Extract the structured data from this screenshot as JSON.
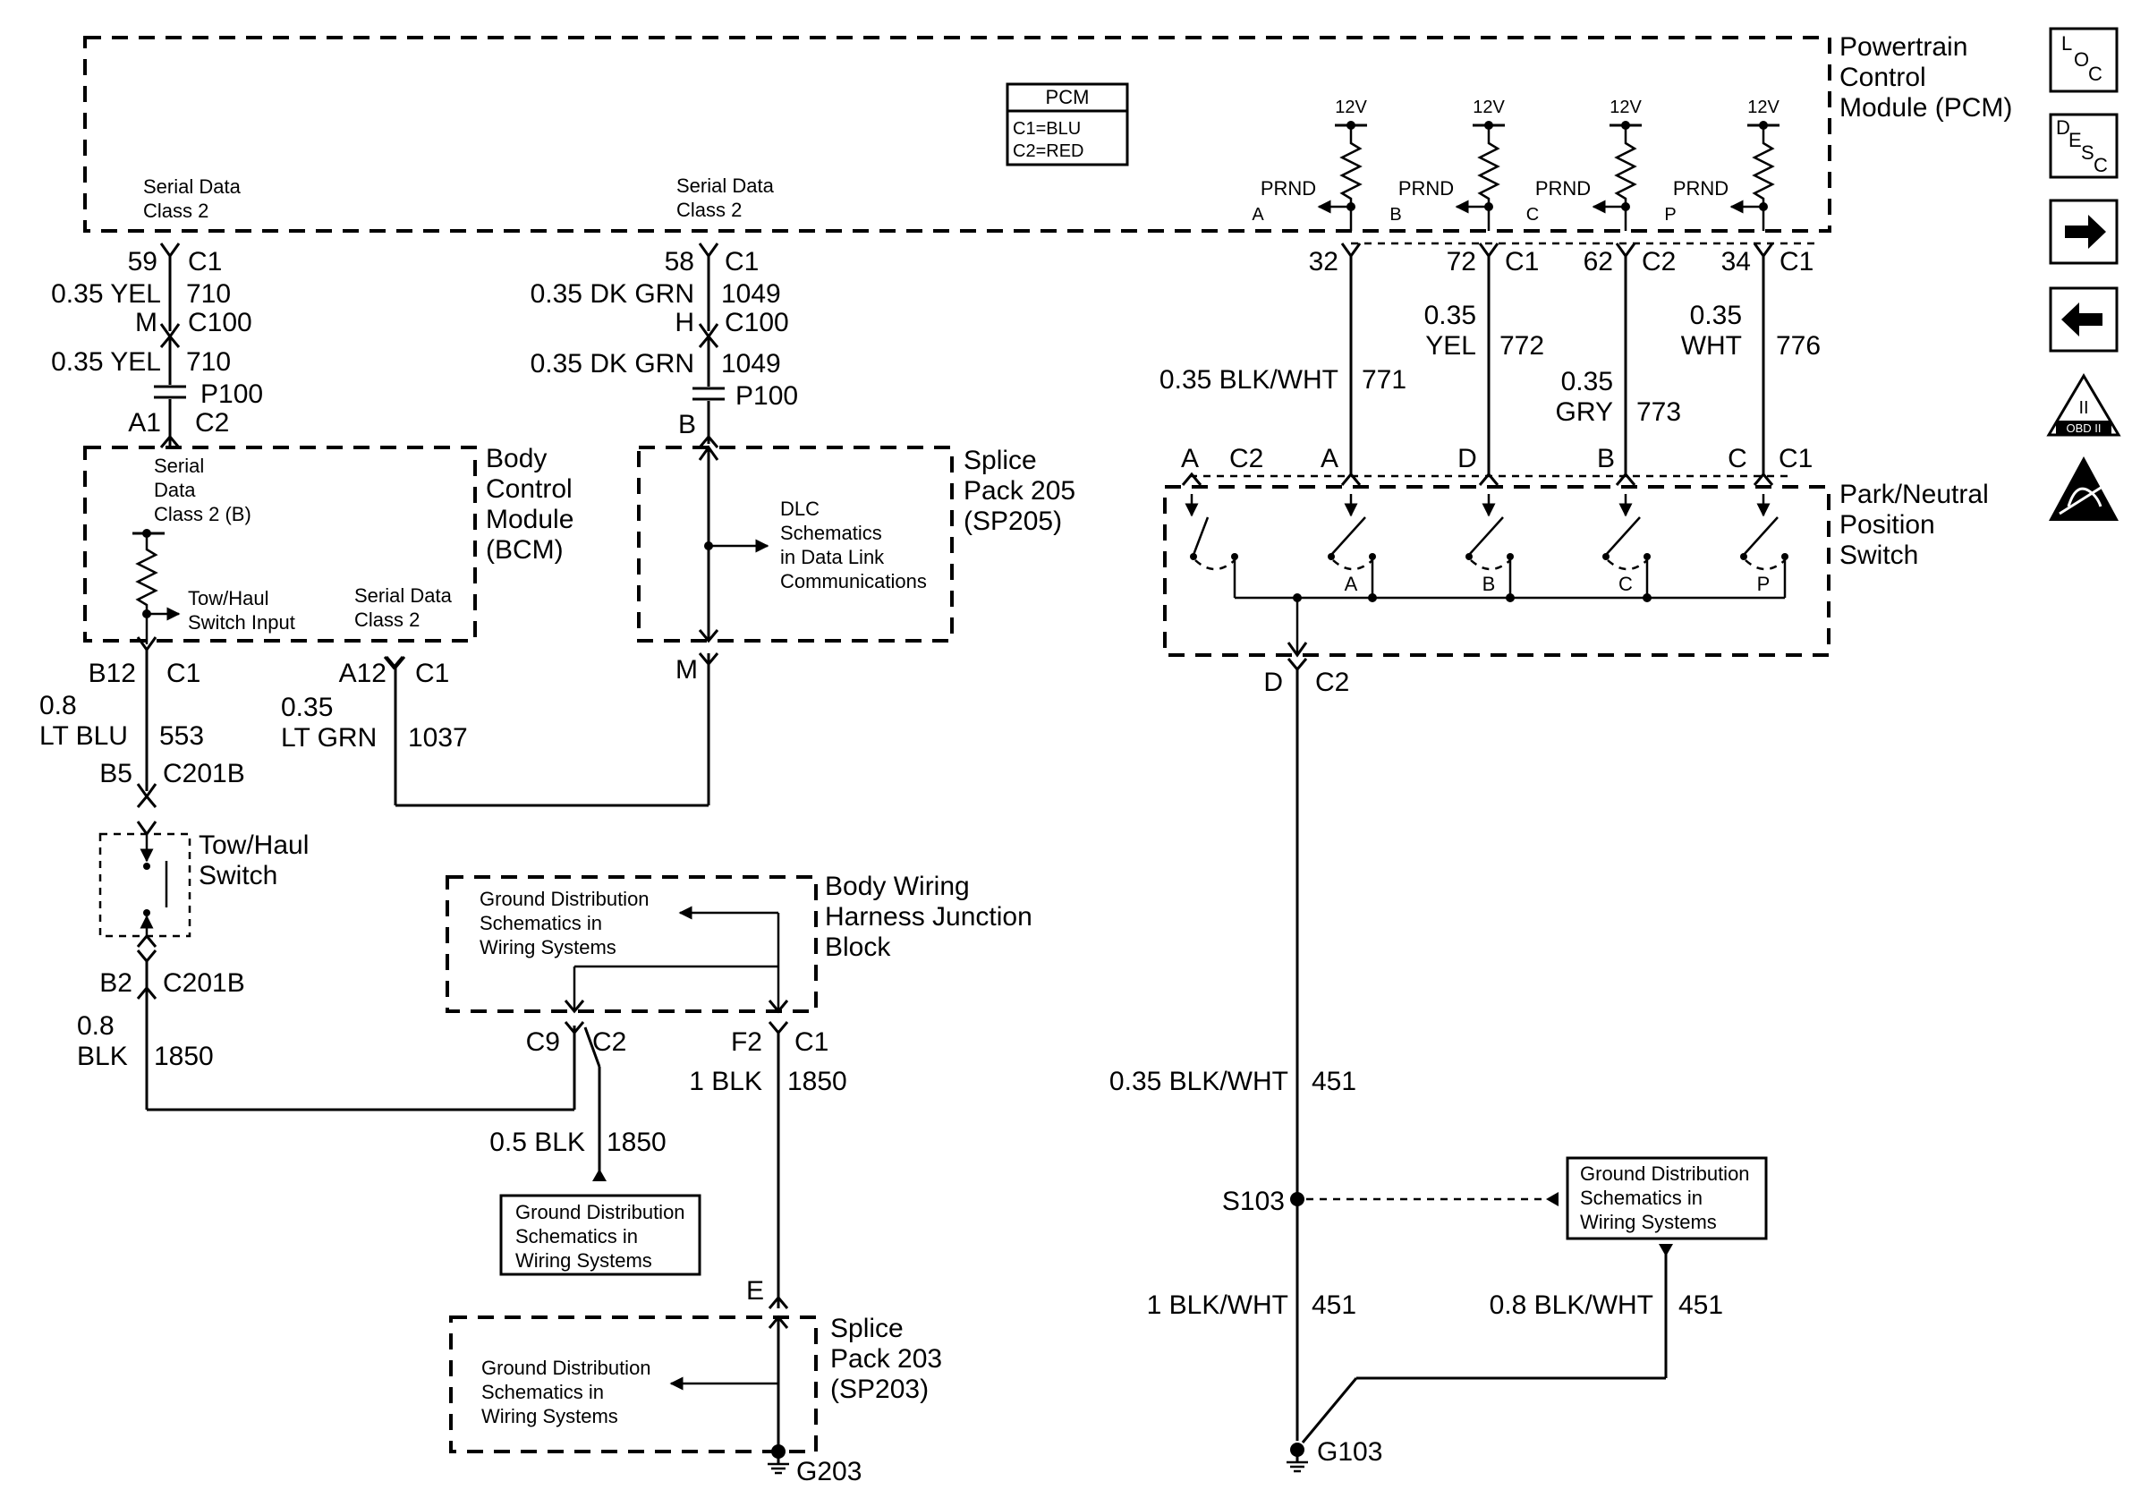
{
  "modules": {
    "pcm": {
      "title": "Powertrain Control Module (PCM)",
      "title_lines": [
        "Powertrain",
        "Control",
        "Module (PCM)"
      ],
      "box_title": "PCM",
      "box_line1": "C1=BLU",
      "box_line2": "C2=RED"
    },
    "bcm": {
      "title_lines": [
        "Body",
        "Control",
        "Module",
        "(BCM)"
      ],
      "serial_label": [
        "Serial",
        "Data",
        "Class 2 (B)"
      ],
      "towhaul_input": [
        "Tow/Haul",
        "Switch Input"
      ],
      "serial_out": [
        "Serial Data",
        "Class 2"
      ]
    },
    "sp205": {
      "title_lines": [
        "Splice",
        "Pack 205",
        "(SP205)"
      ],
      "dlc": [
        "DLC",
        "Schematics",
        "in Data Link",
        "Communications"
      ]
    },
    "pnp": {
      "title_lines": [
        "Park/Neutral",
        "Position",
        "Switch"
      ],
      "contacts": [
        "A",
        "B",
        "C",
        "P"
      ]
    },
    "towhaul_switch": {
      "title_lines": [
        "Tow/Haul",
        "Switch"
      ]
    },
    "bwhjb": {
      "title_lines": [
        "Body Wiring",
        "Harness Junction",
        "Block"
      ],
      "ground_ref": [
        "Ground Distribution",
        "Schematics in",
        "Wiring Systems"
      ]
    },
    "sp203": {
      "title_lines": [
        "Splice",
        "Pack 203",
        "(SP203)"
      ],
      "ground_ref": [
        "Ground Distribution",
        "Schematics in",
        "Wiring Systems"
      ]
    },
    "ground_ref_c9": [
      "Ground Distribution",
      "Schematics in",
      "Wiring Systems"
    ],
    "ground_ref_s103": [
      "Ground Distribution",
      "Schematics in",
      "Wiring Systems"
    ]
  },
  "pcm_inputs": {
    "serial1": [
      "Serial Data",
      "Class 2"
    ],
    "serial2": [
      "Serial Data",
      "Class 2"
    ],
    "prnd": [
      {
        "v": "12V",
        "label": "PRND",
        "letter": "A"
      },
      {
        "v": "12V",
        "label": "PRND",
        "letter": "B"
      },
      {
        "v": "12V",
        "label": "PRND",
        "letter": "C"
      },
      {
        "v": "12V",
        "label": "PRND",
        "letter": "P"
      }
    ]
  },
  "circuits": {
    "c710": {
      "pin1": "59",
      "conn1": "C1",
      "wire": "0.35 YEL",
      "num": "710",
      "pin2": "M",
      "conn2": "C100",
      "wire2": "0.35 YEL",
      "num2": "710",
      "p100": "P100",
      "pin3": "A1",
      "conn3": "C2"
    },
    "c1049": {
      "pin1": "58",
      "conn1": "C1",
      "wire": "0.35 DK GRN",
      "num": "1049",
      "pin2": "H",
      "conn2": "C100",
      "wire2": "0.35 DK GRN",
      "num2": "1049",
      "p100": "P100",
      "pin3": "B"
    },
    "c553": {
      "pin1": "B12",
      "conn1": "C1",
      "gauge": "0.8",
      "color": "LT BLU",
      "num": "553",
      "pin2": "B5",
      "conn2": "C201B"
    },
    "c1037": {
      "pin1": "A12",
      "conn1": "C1",
      "gauge": "0.35",
      "color": "LT GRN",
      "num": "1037",
      "pin2": "M"
    },
    "c1850a": {
      "pin1": "B2",
      "conn1": "C201B",
      "gauge": "0.8",
      "color": "BLK",
      "num": "1850"
    },
    "c9": {
      "pin": "C9",
      "conn": "C2",
      "wire": "0.5 BLK",
      "num": "1850"
    },
    "f2": {
      "pin": "F2",
      "conn": "C1",
      "wire": "1 BLK",
      "num": "1850",
      "pin_e": "E",
      "ground": "G203"
    },
    "c771": {
      "pin": "32",
      "wire": "0.35 BLK/WHT",
      "num": "771",
      "pnp_pin": "A",
      "pnp_conn": "C2"
    },
    "c772": {
      "pin": "72",
      "conn": "C1",
      "gauge": "0.35",
      "color": "YEL",
      "num": "772",
      "pnp_pin": "D"
    },
    "c773": {
      "pin": "62",
      "conn": "C2",
      "gauge": "0.35",
      "color": "GRY",
      "num": "773",
      "pnp_pin": "B"
    },
    "c776": {
      "pin": "34",
      "conn": "C1",
      "gauge": "0.35",
      "color": "WHT",
      "num": "776",
      "pnp_pin": "C",
      "pnp_conn": "C1"
    },
    "c451": {
      "pin": "D",
      "conn": "C2",
      "wire": "0.35 BLK/WHT",
      "num": "451",
      "splice": "S103",
      "wire2": "1 BLK/WHT",
      "num2": "451",
      "wire3": "0.8 BLK/WHT",
      "num3": "451",
      "ground": "G103"
    }
  },
  "sidebar": {
    "loc": [
      "L",
      "O",
      "C"
    ],
    "desc": [
      "D",
      "E",
      "S",
      "C"
    ],
    "obd": [
      "II",
      "OBD II"
    ]
  },
  "icons": [
    "loc-icon",
    "desc-icon",
    "arrow-right-icon",
    "arrow-left-icon",
    "obd-ii-icon",
    "esd-warning-icon"
  ]
}
